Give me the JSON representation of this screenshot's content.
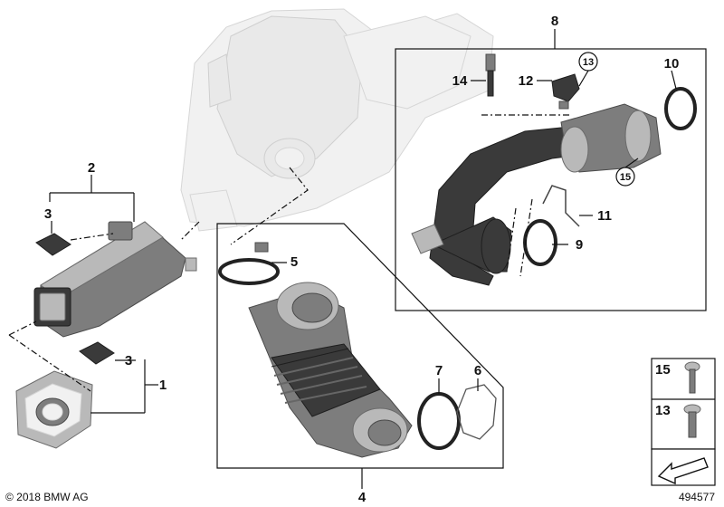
{
  "diagram": {
    "callouts": {
      "c1": "1",
      "c2": "2",
      "c3a": "3",
      "c3b": "3",
      "c4": "4",
      "c5": "5",
      "c6": "6",
      "c7": "7",
      "c8": "8",
      "c9": "9",
      "c10": "10",
      "c11": "11",
      "c12": "12",
      "c13": "13",
      "c14": "14",
      "c15": "15"
    },
    "legend": {
      "bolt15": "15",
      "bolt13": "13"
    },
    "copyright": "© 2018 BMW AG",
    "diagram_number": "494577"
  }
}
